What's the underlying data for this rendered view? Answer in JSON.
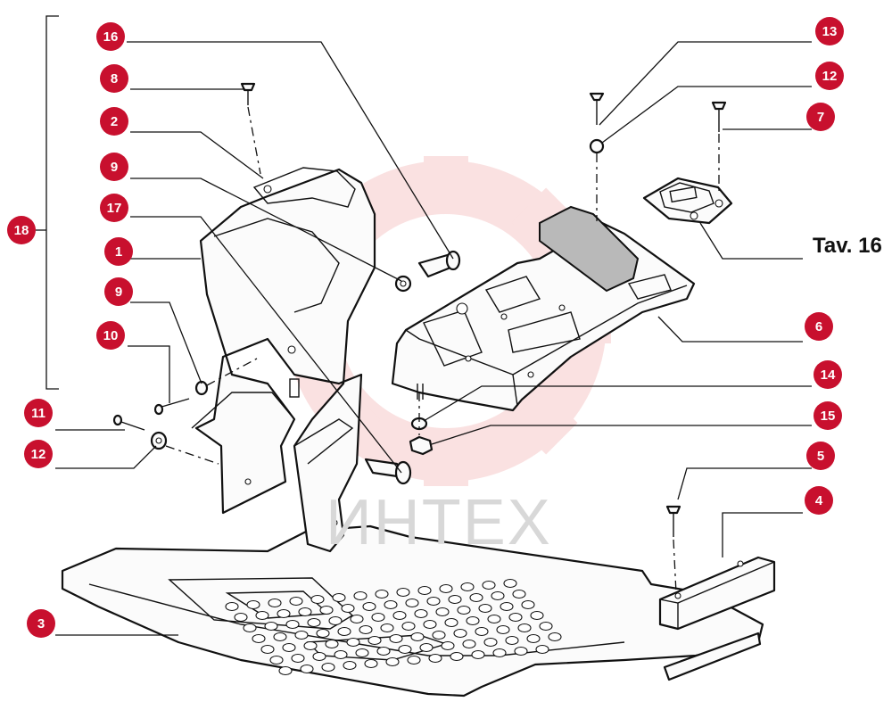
{
  "table_label": "Tav. 16",
  "watermark": "ИНТЕХ",
  "colors": {
    "callout": "#c8102e",
    "line": "#111111",
    "watermark_gear": "#f6c9c9"
  },
  "callouts": [
    "16",
    "8",
    "2",
    "9",
    "17",
    "18",
    "1",
    "9",
    "10",
    "11",
    "12",
    "3",
    "13",
    "12",
    "7",
    "6",
    "14",
    "15",
    "5",
    "4"
  ]
}
